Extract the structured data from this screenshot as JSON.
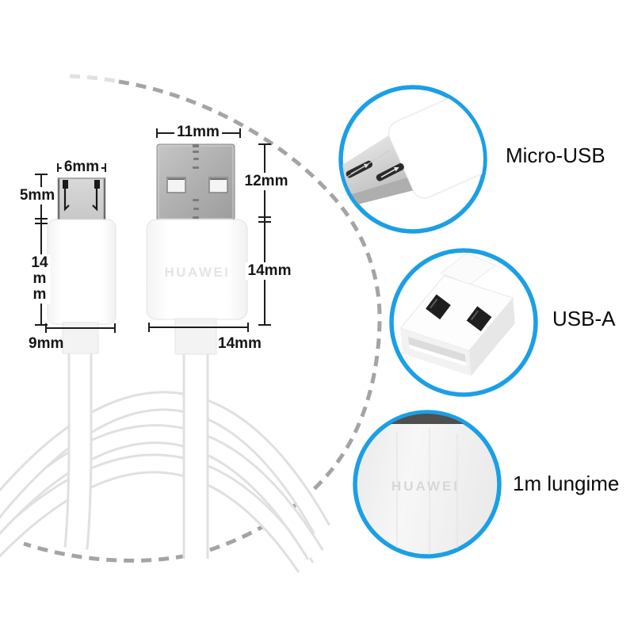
{
  "brand": "HUAWEI",
  "colors": {
    "accent_blue": "#1b9fe6",
    "dash_gray": "#9a9a9a",
    "metal_gray": "#aeaeae",
    "text": "#161616",
    "emboss_gray": "#e4e4e4"
  },
  "diagram": {
    "micro": {
      "top_width": "6mm",
      "metal_height": "5mm",
      "body_height_lines": [
        "14",
        "m",
        "m"
      ],
      "bottom_width": "9mm"
    },
    "usb": {
      "top_width": "11mm",
      "metal_height": "12mm",
      "body_height": "14mm",
      "bottom_width": "14mm"
    }
  },
  "callouts": [
    {
      "id": "micro-usb",
      "label": "Micro-USB"
    },
    {
      "id": "usb-a",
      "label": "USB-A"
    },
    {
      "id": "cable-length",
      "label": "1m lungime"
    }
  ]
}
